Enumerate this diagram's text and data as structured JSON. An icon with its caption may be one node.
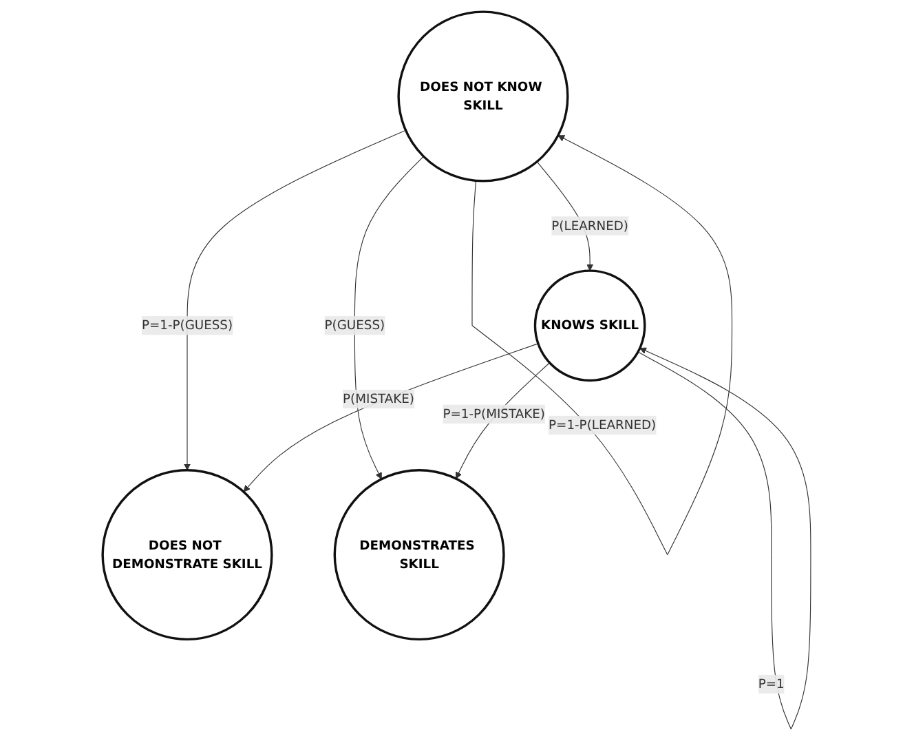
{
  "diagram": {
    "nodes": [
      {
        "text": [
          "DOES NOT KNOW SKILL"
        ]
      },
      {
        "text": [
          "KNOWS SKILL"
        ]
      },
      {
        "text": [
          "DOES NOT DEMONSTRATE SKILL"
        ]
      },
      {
        "text": [
          "DEMONSTRATES SKILL"
        ]
      }
    ],
    "edges": [
      {
        "from": 0,
        "to": 0,
        "arrow": "to",
        "label": "P=1-P(LEARNED)"
      },
      {
        "from": 1,
        "to": 1,
        "arrow": "to",
        "label": "P=1"
      },
      {
        "from": 0,
        "to": 1,
        "arrow": "to",
        "label": "P(LEARNED)"
      },
      {
        "from": 0,
        "to": 2,
        "arrow": "to",
        "label": "P=1-P(GUESS)"
      },
      {
        "from": 0,
        "to": 3,
        "arrow": "to",
        "label": "P(GUESS)"
      },
      {
        "from": 1,
        "to": 2,
        "arrow": "to",
        "label": "P(MISTAKE)"
      },
      {
        "from": 1,
        "to": 3,
        "arrow": "to",
        "label": "P=1-P(MISTAKE)"
      }
    ]
  }
}
